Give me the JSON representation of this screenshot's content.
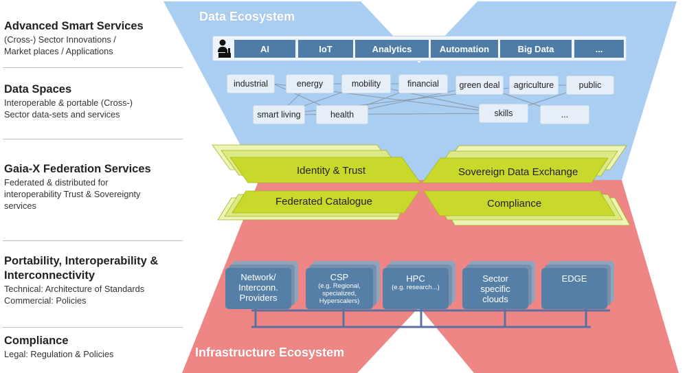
{
  "layers": [
    {
      "title": "Advanced Smart Services",
      "lines": [
        "(Cross-) Sector Innovations /",
        "Market places / Applications"
      ]
    },
    {
      "title": "Data Spaces",
      "lines": [
        "Interoperable & portable (Cross-)",
        "Sector data-sets and services"
      ]
    },
    {
      "title": "Gaia-X Federation Services",
      "lines": [
        "Federated & distributed for",
        "interoperability Trust & Sovereignty",
        "services"
      ]
    },
    {
      "title_lines": [
        "Portability, Interoperability &",
        "Interconnectivity"
      ],
      "lines": [
        "Technical: Architecture of Standards",
        "Commercial: Policies"
      ]
    },
    {
      "title": "Compliance",
      "lines": [
        "Legal: Regulation & Policies"
      ]
    }
  ],
  "data_ecosystem": {
    "title": "Data Ecosystem",
    "services": [
      "AI",
      "IoT",
      "Analytics",
      "Automation",
      "Big Data",
      "..."
    ],
    "data_spaces": [
      "industrial",
      "energy",
      "mobility",
      "financial",
      "green deal",
      "agriculture",
      "public",
      "smart living",
      "health",
      "skills",
      "..."
    ]
  },
  "federation_services": [
    "Identity & Trust",
    "Sovereign Data Exchange",
    "Federated Catalogue",
    "Compliance"
  ],
  "infrastructure_ecosystem": {
    "title": "Infrastructure Ecosystem",
    "providers": [
      {
        "name": "Network/ Interconn. Providers",
        "lines": [
          "Network/",
          "Interconn.",
          "Providers"
        ],
        "detail_lines": []
      },
      {
        "name": "CSP",
        "lines": [
          "CSP"
        ],
        "detail_lines": [
          "(e.g. Regional,",
          "specialized,",
          "Hyperscalers)"
        ]
      },
      {
        "name": "HPC",
        "lines": [
          "HPC"
        ],
        "detail_lines": [
          "(e.g. research...)"
        ]
      },
      {
        "name": "Sector specific clouds",
        "lines": [
          "Sector",
          "specific",
          "clouds"
        ],
        "detail_lines": []
      },
      {
        "name": "EDGE",
        "lines": [
          "EDGE"
        ],
        "detail_lines": []
      }
    ]
  },
  "colors": {
    "data_ecosystem_blue": "#aacdf2",
    "infrastructure_red": "#ef8686",
    "service_button": "#4f7ca6",
    "federation_green": "#c9d92c",
    "infra_box": "#557fa6"
  }
}
